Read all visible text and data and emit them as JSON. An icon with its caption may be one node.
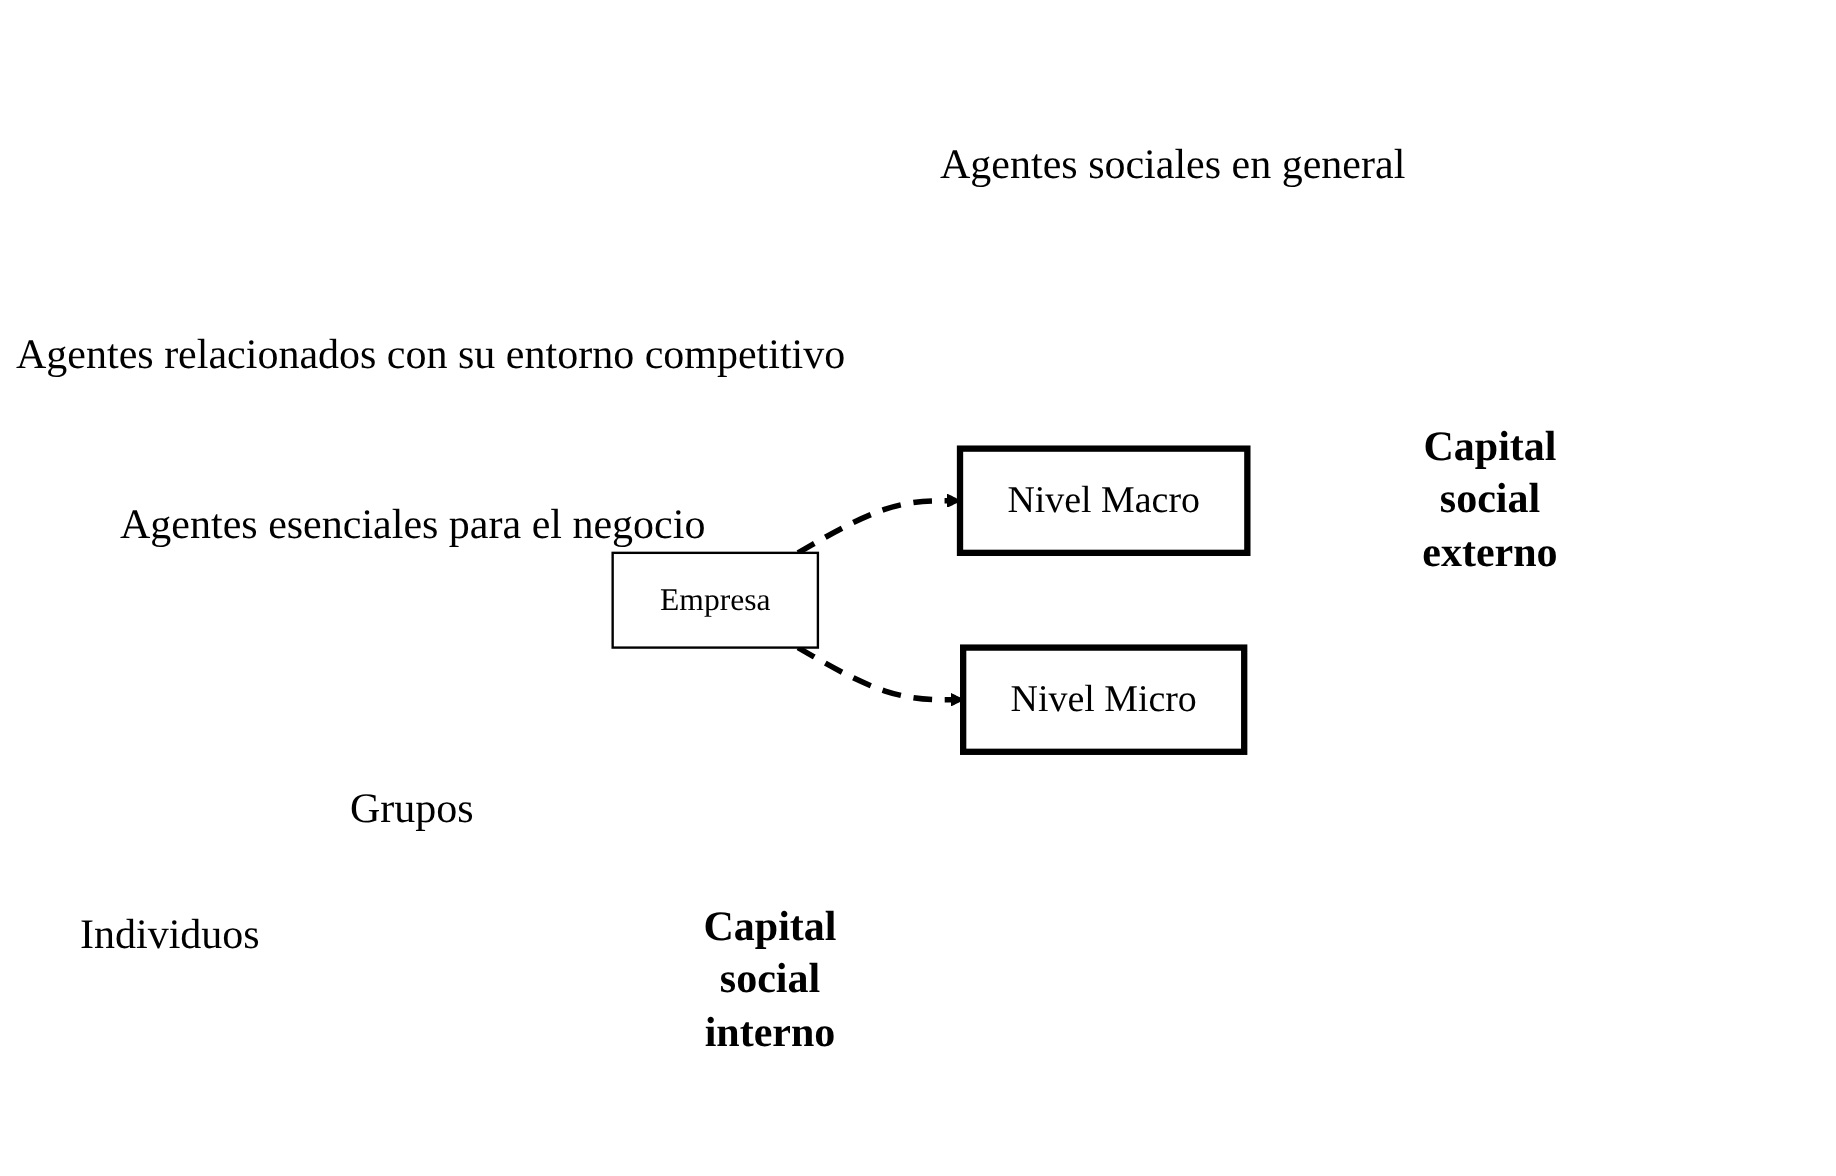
{
  "diagram": {
    "nodes": [
      {
        "text": [
          "Nivel Macro"
        ]
      },
      {
        "text": [
          "Empresa"
        ]
      },
      {
        "text": [
          "Nivel Micro"
        ]
      }
    ],
    "edges": [
      {
        "from": 1,
        "to": 0,
        "arrow": "to",
        "style": "dashed"
      },
      {
        "from": 1,
        "to": 2,
        "arrow": "to",
        "style": "dashed"
      }
    ],
    "labels": [
      "Agentes sociales en general",
      "Agentes relacionados con su entorno competitivo",
      "Agentes esenciales para el negocio",
      "Capital social externo",
      "Grupos",
      "Individuos",
      "Capital social interno"
    ]
  }
}
